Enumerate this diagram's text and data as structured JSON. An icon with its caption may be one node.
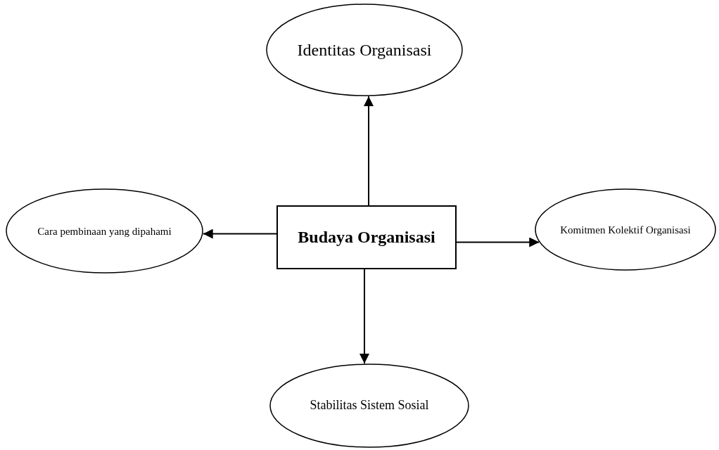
{
  "diagram": {
    "nodes": [
      {
        "text": [
          "Identitas Organisasi"
        ]
      },
      {
        "text": [
          "Cara pembinaan yang dipahami"
        ]
      },
      {
        "text": [
          "Budaya Organisasi"
        ]
      },
      {
        "text": [
          "Komitmen Kolektif Organisasi"
        ]
      },
      {
        "text": [
          "Stabilitas Sistem Sosial"
        ]
      }
    ],
    "edges": [
      {
        "from": 2,
        "to": 0,
        "arrow": "to"
      },
      {
        "from": 2,
        "to": 1,
        "arrow": "to"
      },
      {
        "from": 2,
        "to": 3,
        "arrow": "to"
      },
      {
        "from": 2,
        "to": 4,
        "arrow": "to"
      }
    ]
  }
}
